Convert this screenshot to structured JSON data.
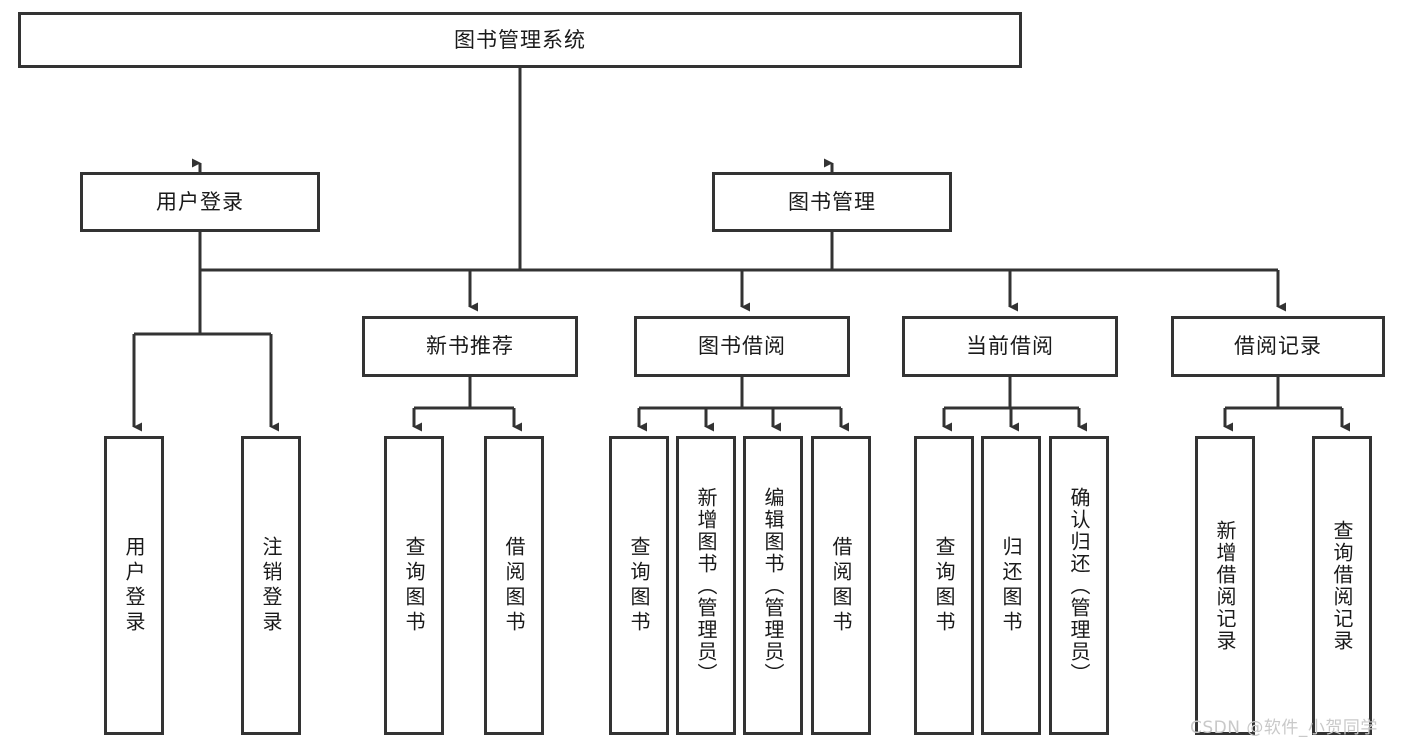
{
  "diagram": {
    "type": "tree-hierarchy",
    "title": "图书管理系统",
    "orientation": "top-down",
    "colors": {
      "box_border": "#333333",
      "box_fill": "#ffffff",
      "connector": "#333333",
      "text": "#1a1a1a",
      "watermark": "#c9c9c9",
      "background": "#ffffff"
    },
    "nodes": {
      "root": {
        "label": "图书管理系统"
      },
      "level1": [
        {
          "id": "user-login",
          "label": "用户登录"
        },
        {
          "id": "book-manage",
          "label": "图书管理"
        }
      ],
      "level2": [
        {
          "id": "new-book-recommend",
          "label": "新书推荐",
          "parent": "book-manage"
        },
        {
          "id": "book-borrow",
          "label": "图书借阅",
          "parent": "book-manage"
        },
        {
          "id": "current-borrow",
          "label": "当前借阅",
          "parent": "book-manage"
        },
        {
          "id": "borrow-record",
          "label": "借阅记录",
          "parent": "book-manage"
        }
      ],
      "leaves": {
        "user-login": [
          {
            "id": "leaf-user-login",
            "label": "用户登录"
          },
          {
            "id": "leaf-user-logout",
            "label": "注销登录"
          }
        ],
        "new-book-recommend": [
          {
            "id": "leaf-query-book-1",
            "label": "查询图书"
          },
          {
            "id": "leaf-borrow-book-1",
            "label": "借阅图书"
          }
        ],
        "book-borrow": [
          {
            "id": "leaf-query-book-2",
            "label": "查询图书"
          },
          {
            "id": "leaf-add-book",
            "label": "新增图书（管理员）"
          },
          {
            "id": "leaf-edit-book",
            "label": "编辑图书（管理员）"
          },
          {
            "id": "leaf-borrow-book-2",
            "label": "借阅图书"
          }
        ],
        "current-borrow": [
          {
            "id": "leaf-query-book-3",
            "label": "查询图书"
          },
          {
            "id": "leaf-return-book",
            "label": "归还图书"
          },
          {
            "id": "leaf-confirm-return",
            "label": "确认归还（管理员）"
          }
        ],
        "borrow-record": [
          {
            "id": "leaf-add-record",
            "label": "新增借阅记录"
          },
          {
            "id": "leaf-query-record",
            "label": "查询借阅记录"
          }
        ]
      }
    }
  },
  "watermark": {
    "text": "CSDN @软件_小贺同学"
  }
}
